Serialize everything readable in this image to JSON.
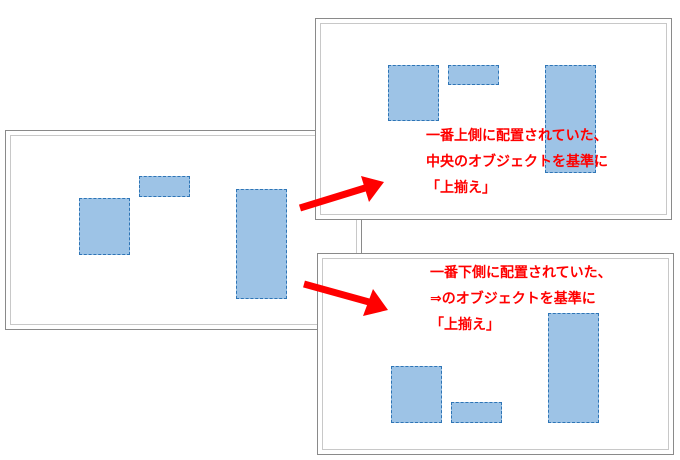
{
  "captions": {
    "top_align": {
      "line1": "一番上側に配置されていた、",
      "line2": "中央のオブジェクトを基準に",
      "line3": "「上揃え」"
    },
    "bottom_align": {
      "line1": "一番下側に配置されていた、",
      "line2": "⇒のオブジェクトを基準に",
      "line3": "「上揃え」"
    }
  },
  "colors": {
    "caption": "#ff0000",
    "arrow": "#ff0000",
    "shape_fill": "#9dc3e6",
    "shape_border": "#2e75b6"
  }
}
